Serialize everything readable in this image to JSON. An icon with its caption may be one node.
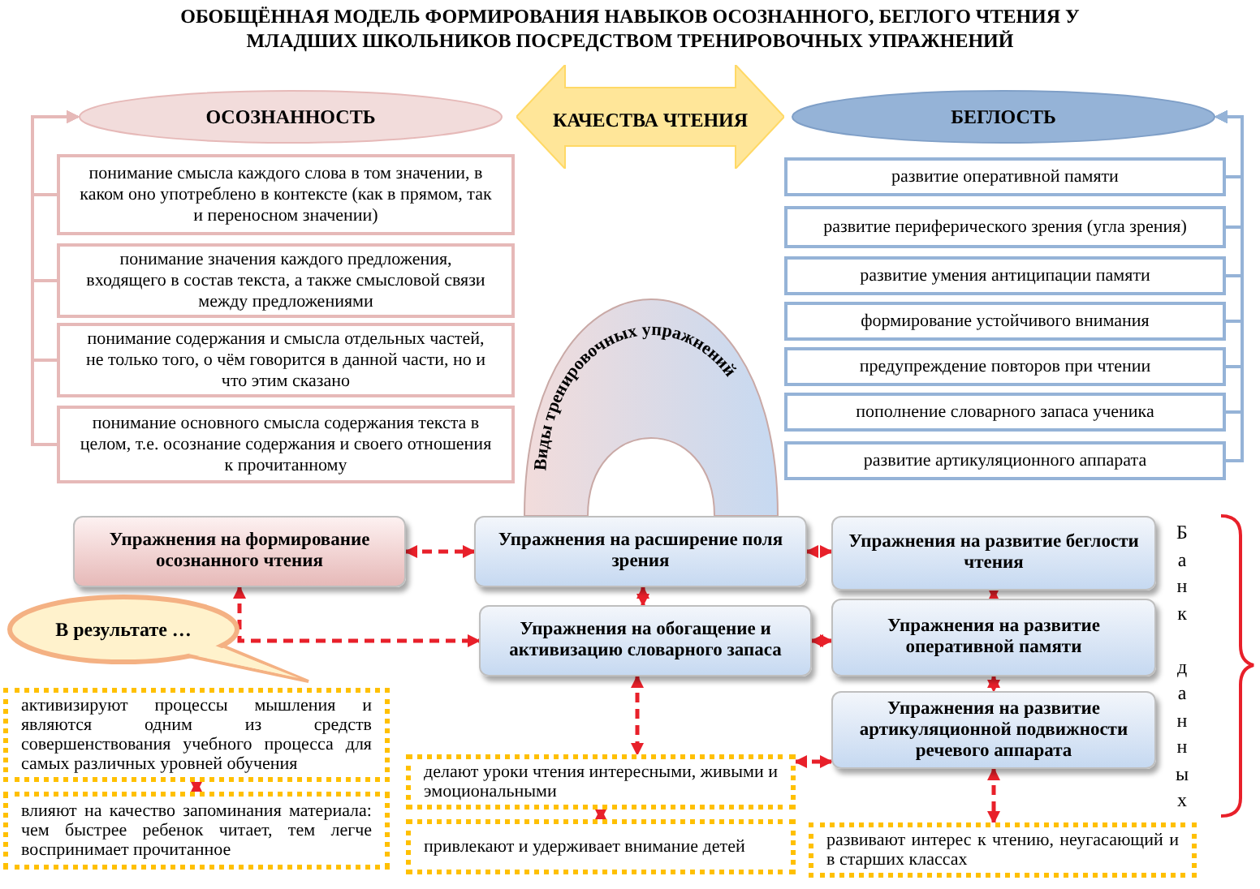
{
  "diagram": {
    "title": "ОБОБЩЁННАЯ МОДЕЛЬ ФОРМИРОВАНИЯ НАВЫКОВ ОСОЗНАННОГО, БЕГЛОГО ЧТЕНИЯ У МЛАДШИХ ШКОЛЬНИКОВ ПОСРЕДСТВОМ ТРЕНИРОВОЧНЫХ УПРАЖНЕНИЙ",
    "nodes": [
      {
        "text": [
          "ОСОЗНАННОСТЬ"
        ]
      },
      {
        "text": [
          "КАЧЕСТВА ЧТЕНИЯ"
        ]
      },
      {
        "text": [
          "БЕГЛОСТЬ"
        ]
      },
      {
        "text": [
          "понимание смысла каждого слова в том значении, в каком оно употреблено в контексте (как в прямом, так и переносном значении)"
        ]
      },
      {
        "text": [
          "понимание значения каждого предложения, входящего в состав текста, а также смысловой связи между предложениями"
        ]
      },
      {
        "text": [
          "понимание содержания и смысла отдельных частей, не только того, о чём говорится в данной части, но и что этим сказано"
        ]
      },
      {
        "text": [
          "понимание основного смысла содержания текста в целом, т.е. осознание содержания и своего отношения к прочитанному"
        ]
      },
      {
        "text": [
          "развитие оперативной памяти"
        ]
      },
      {
        "text": [
          "развитие периферического зрения (угла зрения)"
        ]
      },
      {
        "text": [
          "развитие умения антиципации памяти"
        ]
      },
      {
        "text": [
          "формирование устойчивого внимания"
        ]
      },
      {
        "text": [
          "предупреждение повторов при чтении"
        ]
      },
      {
        "text": [
          "пополнение словарного запаса ученика"
        ]
      },
      {
        "text": [
          "развитие артикуляционного аппарата"
        ]
      },
      {
        "text": [
          "Виды тренировочных упражнений"
        ]
      },
      {
        "text": [
          "Упражнения на формирование осознанного чтения"
        ]
      },
      {
        "text": [
          "Упражнения на расширение поля зрения"
        ]
      },
      {
        "text": [
          "Упражнения на обогащение и активизацию словарного запаса"
        ]
      },
      {
        "text": [
          "Упражнения на развитие беглости чтения"
        ]
      },
      {
        "text": [
          "Упражнения на развитие оперативной памяти"
        ]
      },
      {
        "text": [
          "Упражнения на развитие артикуляционной подвижности речевого аппарата"
        ]
      },
      {
        "text": [
          "В результате …"
        ]
      },
      {
        "text": [
          "активизируют процессы мышления и являются одним из средств совершенствования учебного процесса для самых различных уровней обучения"
        ]
      },
      {
        "text": [
          "влияют на качество запоминания материала: чем быстрее ребенок читает, тем легче воспринимает прочитанное"
        ]
      },
      {
        "text": [
          "делают уроки чтения интересными, живыми и эмоциональными"
        ]
      },
      {
        "text": [
          "привлекают и удерживает внимание детей"
        ]
      },
      {
        "text": [
          "развивают интерес к чтению, неугасающий и в старших классах"
        ]
      }
    ],
    "edges": [
      {
        "from": 3,
        "to": 0,
        "arrow": "to",
        "color": "#e6b9b8"
      },
      {
        "from": 4,
        "to": 0,
        "arrow": "to",
        "color": "#e6b9b8"
      },
      {
        "from": 5,
        "to": 0,
        "arrow": "to",
        "color": "#e6b9b8"
      },
      {
        "from": 6,
        "to": 0,
        "arrow": "to",
        "color": "#e6b9b8"
      },
      {
        "from": 7,
        "to": 2,
        "arrow": "to",
        "color": "#95b3d7"
      },
      {
        "from": 8,
        "to": 2,
        "arrow": "to",
        "color": "#95b3d7"
      },
      {
        "from": 9,
        "to": 2,
        "arrow": "to",
        "color": "#95b3d7"
      },
      {
        "from": 10,
        "to": 2,
        "arrow": "to",
        "color": "#95b3d7"
      },
      {
        "from": 11,
        "to": 2,
        "arrow": "to",
        "color": "#95b3d7"
      },
      {
        "from": 12,
        "to": 2,
        "arrow": "to",
        "color": "#95b3d7"
      },
      {
        "from": 13,
        "to": 2,
        "arrow": "to",
        "color": "#95b3d7"
      },
      {
        "from": 15,
        "to": 16,
        "arrow": "both",
        "style": "dashed",
        "color": "#e8202a"
      },
      {
        "from": 15,
        "to": 17,
        "arrow": "both",
        "style": "dashed",
        "color": "#e8202a"
      },
      {
        "from": 16,
        "to": 17,
        "arrow": "both",
        "style": "dashed",
        "color": "#e8202a"
      },
      {
        "from": 16,
        "to": 18,
        "arrow": "both",
        "style": "dashed",
        "color": "#e8202a"
      },
      {
        "from": 17,
        "to": 19,
        "arrow": "both",
        "style": "dashed",
        "color": "#e8202a"
      },
      {
        "from": 18,
        "to": 19,
        "arrow": "both",
        "style": "dashed",
        "color": "#e8202a"
      },
      {
        "from": 19,
        "to": 20,
        "arrow": "both",
        "style": "dashed",
        "color": "#e8202a"
      },
      {
        "from": 17,
        "to": 24,
        "arrow": "both",
        "style": "dashed",
        "color": "#e8202a"
      },
      {
        "from": 24,
        "to": 20,
        "arrow": "both",
        "style": "dashed",
        "color": "#e8202a"
      },
      {
        "from": 20,
        "to": 26,
        "arrow": "both",
        "style": "dashed",
        "color": "#e8202a"
      },
      {
        "from": 22,
        "to": 23,
        "arrow": "both",
        "color": "#e8202a"
      },
      {
        "from": 24,
        "to": 25,
        "arrow": "both",
        "color": "#e8202a"
      }
    ],
    "labels": [
      "Банк данных"
    ]
  }
}
